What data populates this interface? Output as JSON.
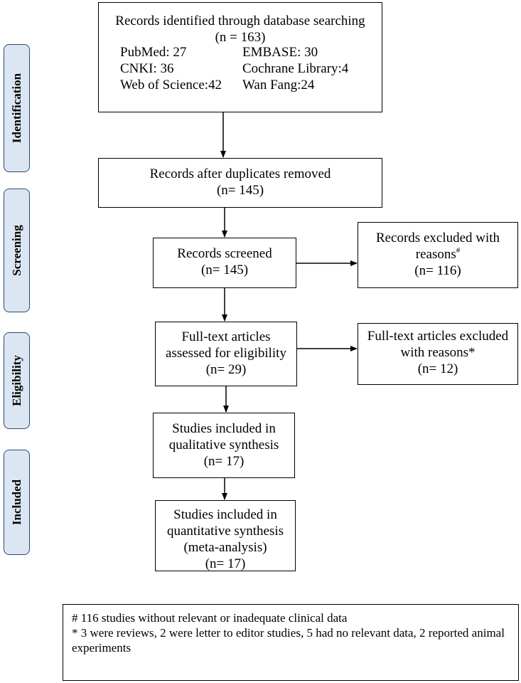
{
  "stages": {
    "identification": "Identification",
    "screening": "Screening",
    "eligibility": "Eligibility",
    "included": "Included"
  },
  "identified": {
    "title": "Records identified through database searching",
    "count": "(n = 163)",
    "databases": [
      [
        "PubMed: 27",
        "EMBASE: 30"
      ],
      [
        "CNKI: 36",
        "Cochrane Library:4"
      ],
      [
        "Web of Science:42",
        "Wan Fang:24"
      ]
    ]
  },
  "duplicates": {
    "line1": "Records after duplicates removed",
    "line2": "(n= 145)"
  },
  "screened": {
    "line1": "Records screened",
    "line2": "(n= 145)"
  },
  "excluded_records": {
    "line1": "Records excluded with",
    "line2": "reasons",
    "mark": "#",
    "line3": "(n= 116)"
  },
  "fulltext": {
    "line1": "Full-text articles",
    "line2": "assessed for eligibility",
    "line3": "(n= 29)"
  },
  "excluded_fulltext": {
    "line1": "Full-text articles excluded",
    "line2": "with reasons*",
    "line3": "(n= 12)"
  },
  "qualitative": {
    "line1": "Studies included in",
    "line2": "qualitative synthesis",
    "line3": "(n= 17)"
  },
  "quantitative": {
    "line1": "Studies included in",
    "line2": "quantitative synthesis",
    "line3": "(meta-analysis)",
    "line4": "(n= 17)"
  },
  "notes": {
    "line1": "# 116 studies without relevant or inadequate clinical data",
    "line2": "* 3 were reviews, 2 were letter to editor studies, 5 had no relevant data, 2 reported animal experiments"
  }
}
